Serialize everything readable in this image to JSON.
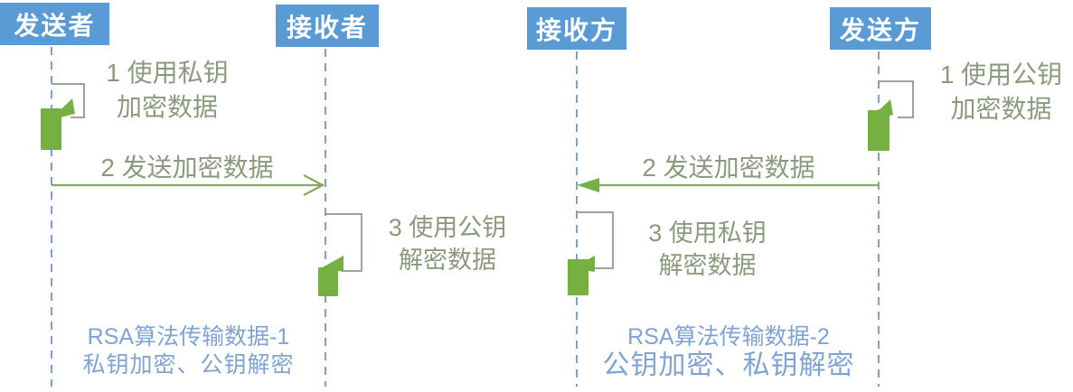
{
  "colors": {
    "actor_blue": "#5b9bd5",
    "lifeline_blue": "#7da1cc",
    "green": "#76b043",
    "arrow_green": "#85a75e",
    "loop_outline": "#8f9a88",
    "message_text": "#8b9a7d",
    "caption_blue": "#7fa3d4",
    "bg": "#ffffff"
  },
  "diagrams": [
    {
      "actors": [
        {
          "label": "发送者"
        },
        {
          "label": "接收者"
        }
      ],
      "messages": {
        "self1": {
          "line1": "1 使用私钥",
          "line2": "加密数据"
        },
        "transfer": {
          "label": "2 发送加密数据"
        },
        "self3": {
          "line1": "3 使用公钥",
          "line2": "解密数据"
        }
      },
      "caption": {
        "line1": "RSA算法传输数据-1",
        "line2": "私钥加密、公钥解密"
      }
    },
    {
      "actors": [
        {
          "label": "接收方"
        },
        {
          "label": "发送方"
        }
      ],
      "messages": {
        "self1": {
          "line1": "1 使用公钥",
          "line2": "加密数据"
        },
        "transfer": {
          "label": "2 发送加密数据"
        },
        "self3": {
          "line1": "3 使用私钥",
          "line2": "解密数据"
        }
      },
      "caption": {
        "line1": "RSA算法传输数据-2",
        "line2": "公钥加密、私钥解密"
      }
    }
  ]
}
